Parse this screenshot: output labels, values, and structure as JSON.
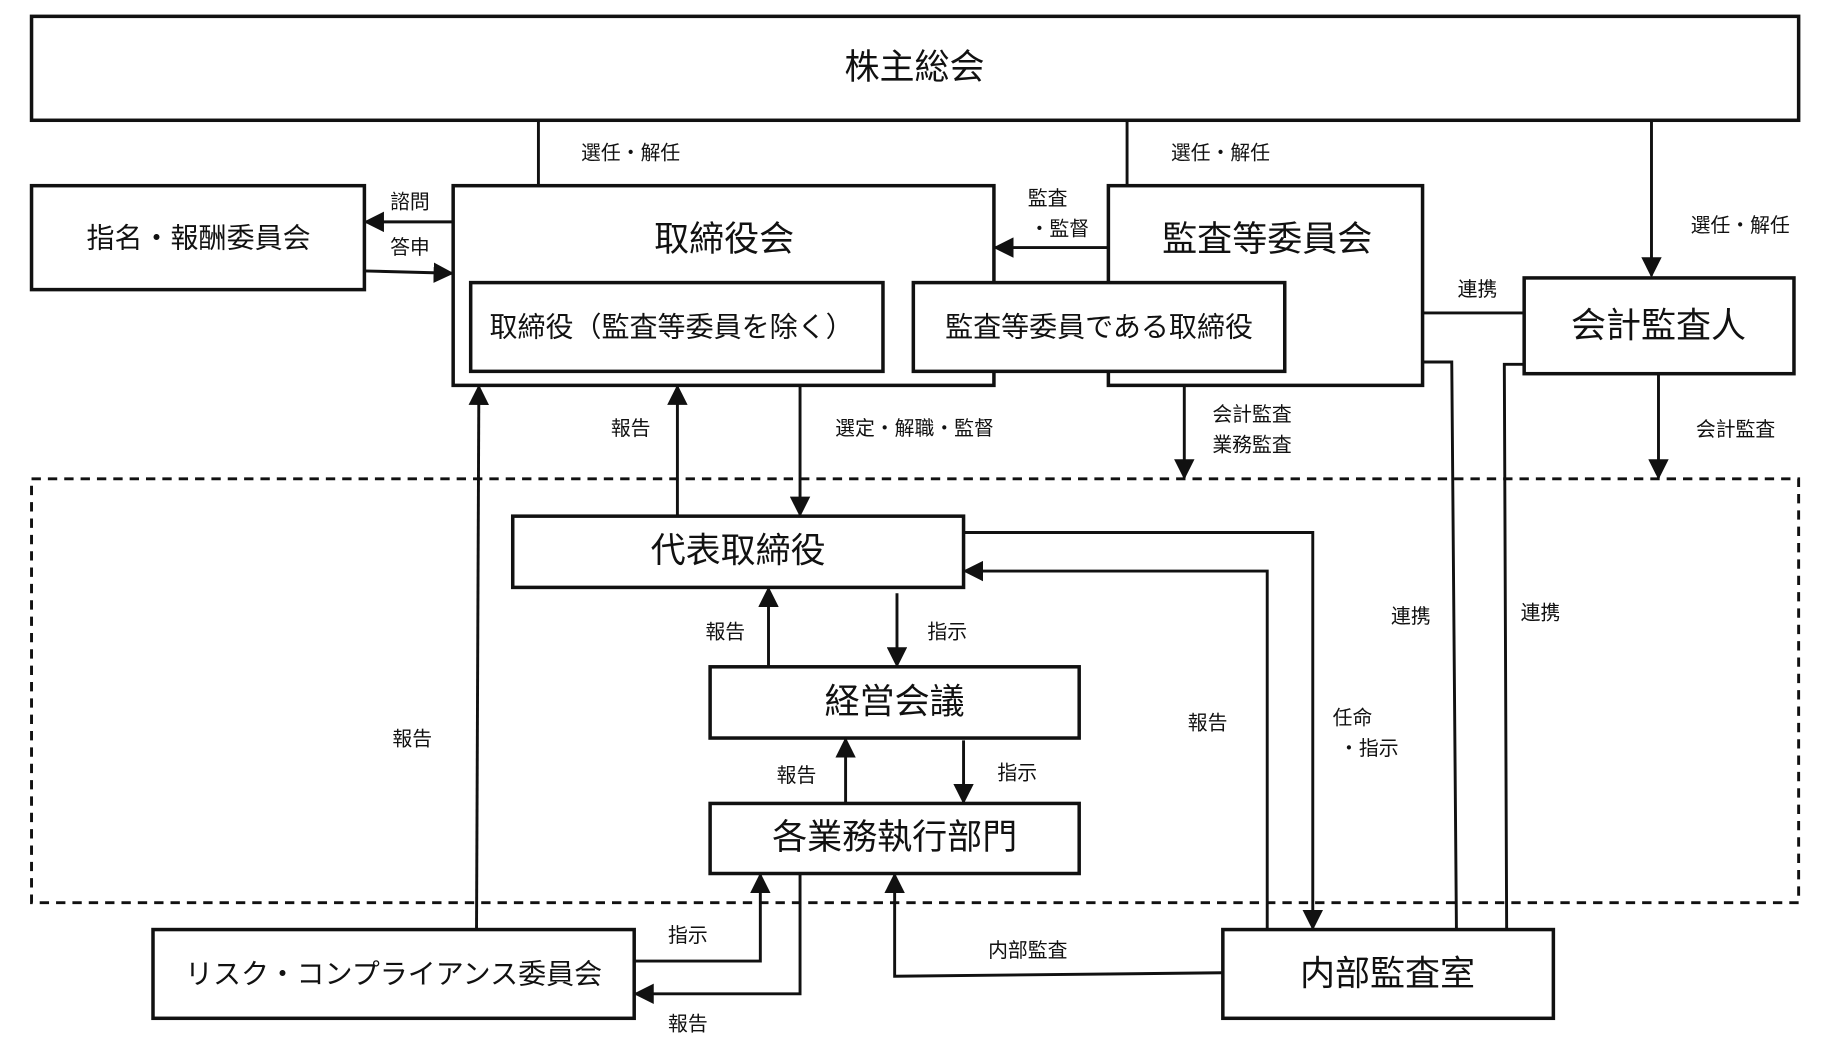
{
  "nodes": {
    "shareholders": "株主総会",
    "nomination": "指名・報酬委員会",
    "board": "取締役会",
    "directors": "取締役（監査等委員を除く）",
    "audit_committee": "監査等委員会",
    "audit_directors": "監査等委員である取締役",
    "accounting_auditor": "会計監査人",
    "representative": "代表取締役",
    "management_meeting": "経営会議",
    "business_units": "各業務執行部門",
    "risk_committee": "リスク・コンプライアンス委員会",
    "internal_audit": "内部監査室"
  },
  "edges": {
    "elect1": "選任・解任",
    "elect2": "選任・解任",
    "elect3": "選任・解任",
    "consult": "諮問",
    "report_back": "答申",
    "audit_a": "監査",
    "audit_b": "・監督",
    "cooperate1": "連携",
    "report_board": "報告",
    "select": "選定・解職・監督",
    "audit_acc1": "会計監査",
    "audit_acc2": "業務監査",
    "acc_audit": "会計監査",
    "report_rep": "報告",
    "instruct_mm": "指示",
    "report_mm": "報告",
    "instruct_bu": "指示",
    "report_risk": "報告",
    "appoint_a": "任命",
    "appoint_b": "・指示",
    "report_ia": "報告",
    "cooperate2": "連携",
    "cooperate3": "連携",
    "instruct_risk": "指示",
    "report_risk2": "報告",
    "internal_audit_edge": "内部監査"
  }
}
